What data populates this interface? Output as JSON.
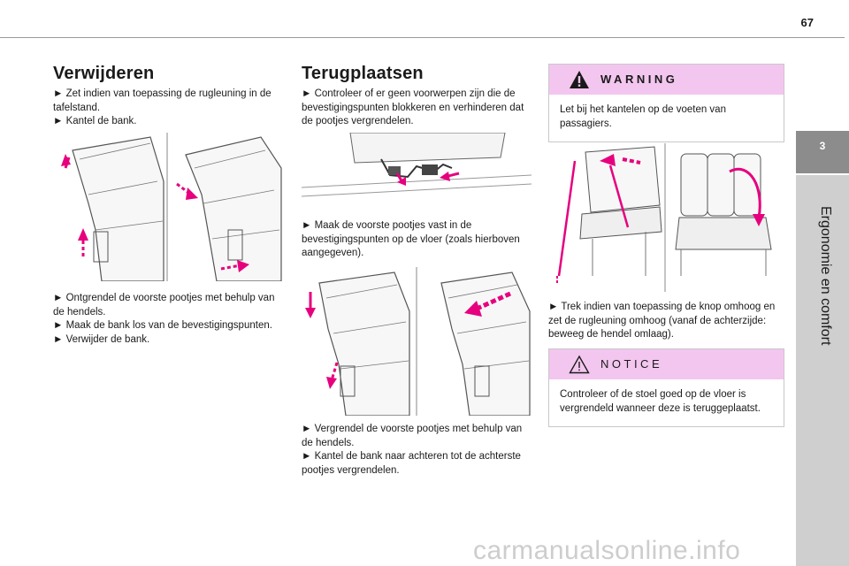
{
  "page": {
    "number": "67"
  },
  "side_tab": {
    "chapter_number": "3",
    "chapter_title": "Ergonomie en comfort"
  },
  "col1": {
    "heading": "Verwijderen",
    "intro": [
      "► Zet indien van toepassing de rugleuning in de tafelstand.",
      "► Kantel de bank."
    ],
    "steps": [
      "► Ontgrendel de voorste pootjes met behulp van de hendels.",
      "► Maak de bank los van de bevestigingspunten.",
      "► Verwijder de bank."
    ]
  },
  "col2": {
    "heading": "Terugplaatsen",
    "intro": [
      "► Controleer of er geen voorwerpen zijn die de bevestigingspunten blokkeren en verhinderen dat de pootjes vergrendelen."
    ],
    "middle": [
      "► Maak de voorste pootjes vast in de bevestigingspunten op de vloer (zoals hierboven aangegeven)."
    ],
    "steps": [
      "► Vergrendel de voorste pootjes met behulp van de hendels.",
      "► Kantel de bank naar achteren tot de achterste pootjes vergrendelen."
    ]
  },
  "col3": {
    "warning": {
      "title": "WARNING",
      "text": "Let bij het kantelen op de voeten van passagiers."
    },
    "step": "► Trek indien van toepassing de knop omhoog en zet de rugleuning omhoog (vanaf de achterzijde: beweeg de hendel omlaag).",
    "notice": {
      "title": "NOTICE",
      "text": "Controleer of de stoel goed op de vloer is vergrendeld wanneer deze is teruggeplaatst."
    }
  },
  "watermark": "carmanualsonline.info",
  "colors": {
    "accent_pink": "#e6007e",
    "box_header": "#f3c6ef",
    "tab_dark": "#8c8c8c",
    "tab_light": "#cfcfcf"
  }
}
